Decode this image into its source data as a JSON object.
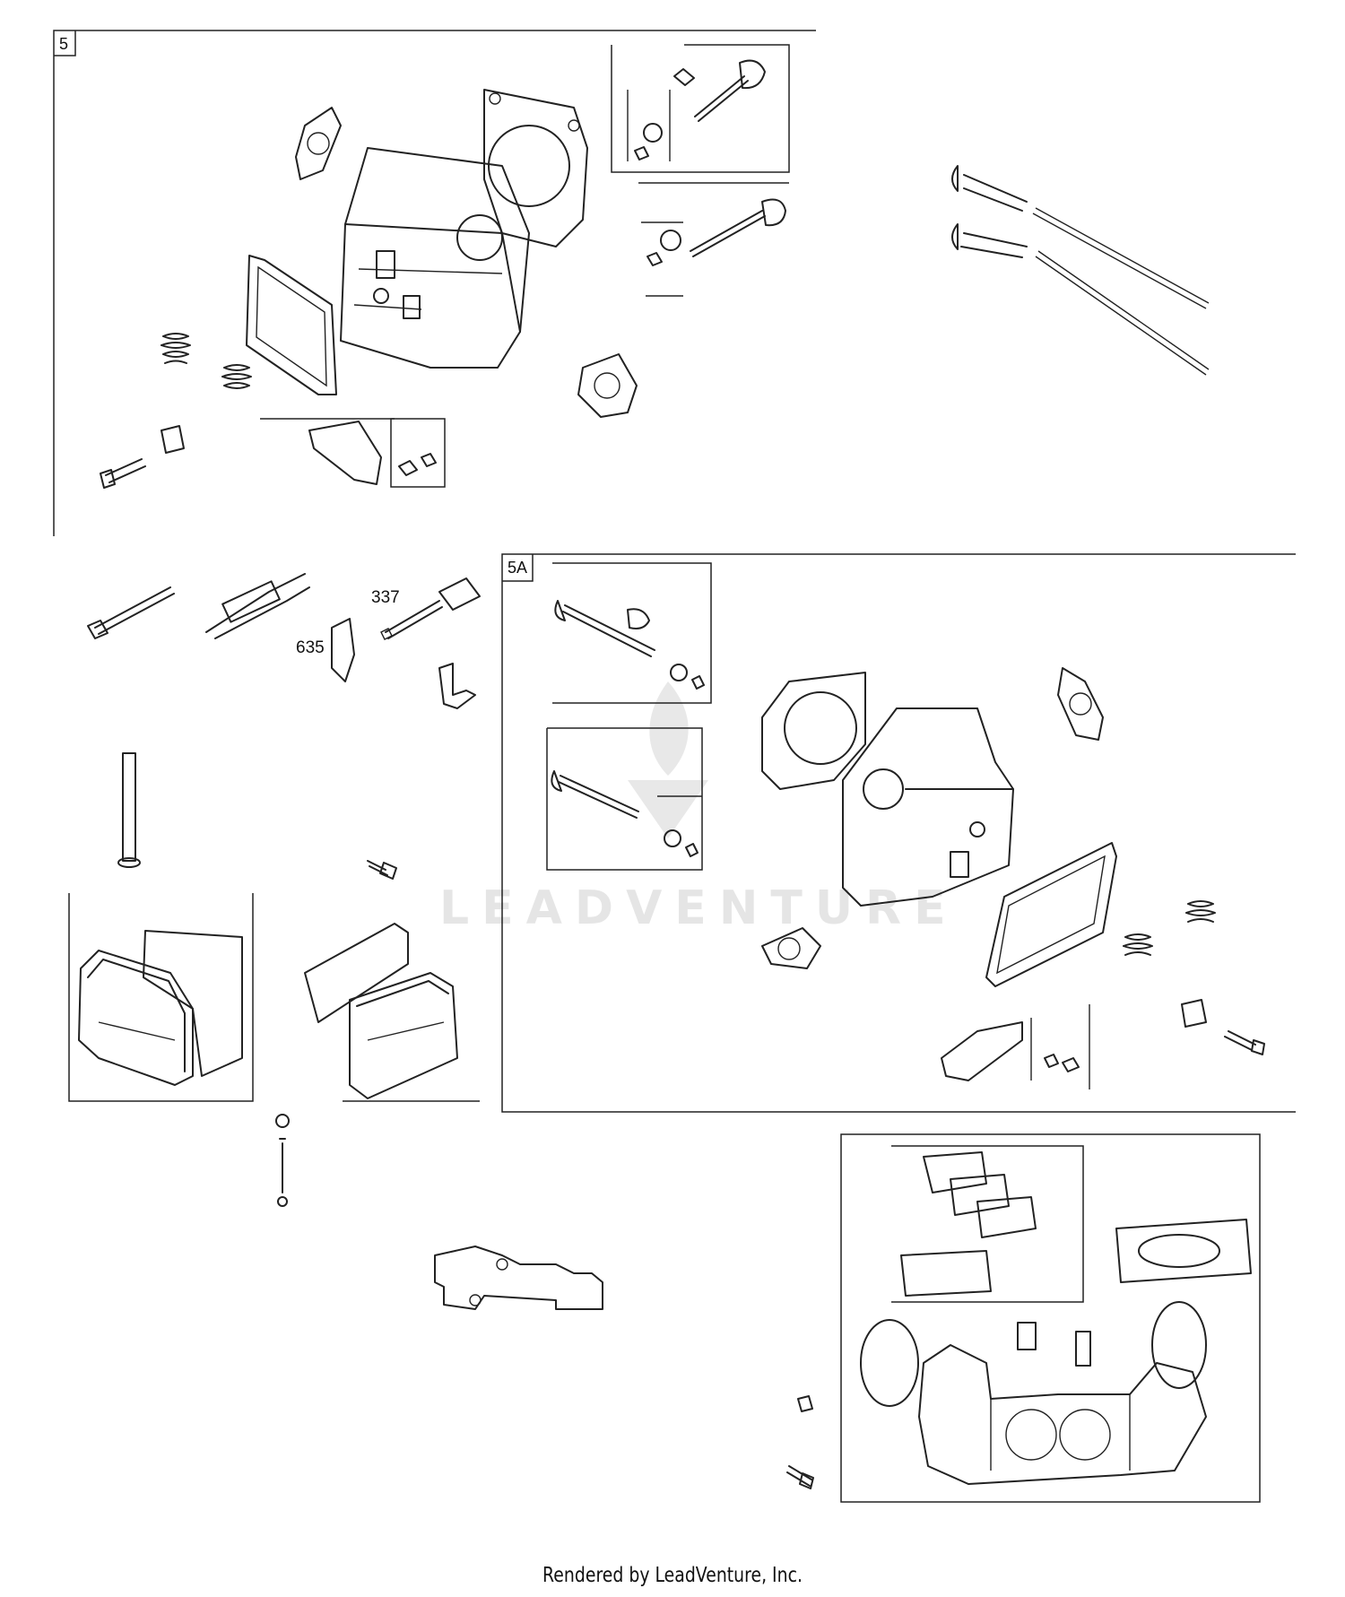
{
  "sections": {
    "cylinder_1": "5",
    "cylinder_2": "5A"
  },
  "callouts": {
    "spark_plug": "337",
    "spark_plug_boot": "635"
  },
  "watermark": "LEADVENTURE",
  "footer": "Rendered by LeadVenture, Inc.",
  "icons": [
    "logo-icon"
  ]
}
